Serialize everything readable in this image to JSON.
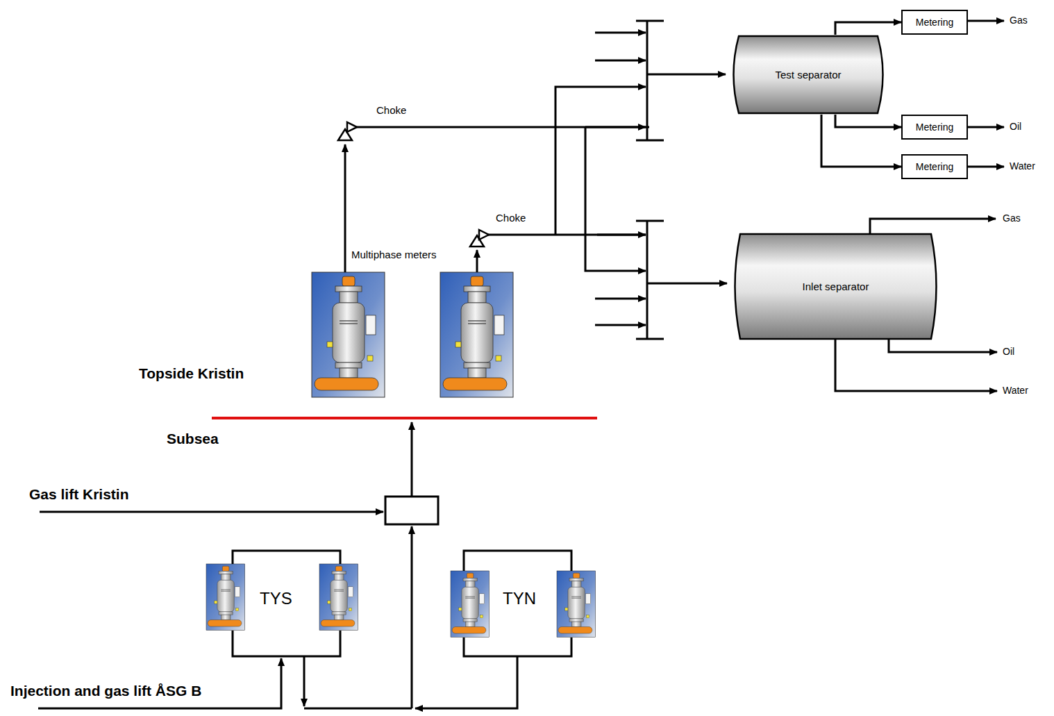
{
  "diagram": {
    "nodes": [
      {
        "text": [
          "Metering"
        ]
      },
      {
        "text": [
          "Test separator"
        ]
      },
      {
        "text": [
          "Metering"
        ]
      },
      {
        "text": [
          "Metering"
        ]
      },
      {
        "text": [
          "Inlet separator"
        ]
      }
    ],
    "edges": [
      {
        "from": 1,
        "to": 0,
        "arrow": "to"
      },
      {
        "from": 1,
        "to": 2,
        "arrow": "to"
      },
      {
        "from": 1,
        "to": 3,
        "arrow": "to"
      }
    ],
    "labels": [
      "Gas",
      "Oil",
      "Water",
      "Choke",
      "Choke",
      "Multiphase meters",
      "Gas",
      "Oil",
      "Water",
      "Topside Kristin",
      "Subsea",
      "Gas lift Kristin",
      "TYS",
      "TYN",
      "Injection and gas lift ÅSG B"
    ]
  }
}
